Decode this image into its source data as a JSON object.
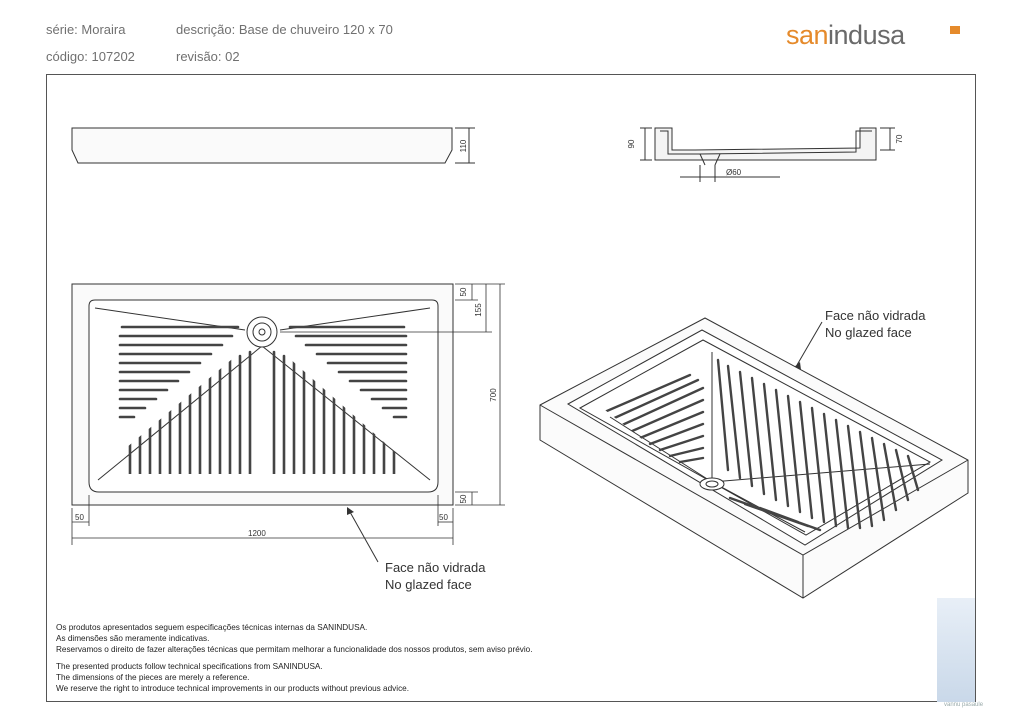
{
  "header": {
    "serie": "série: Moraira",
    "codigo": "código: 107202",
    "descricao": "descrição: Base de chuveiro 120 x 70",
    "revisao": "revisão: 02"
  },
  "brand": {
    "san": "san",
    "indusa": "indusa"
  },
  "dimensions": {
    "side_height": "110",
    "section_height_outer": "90",
    "section_height_inner": "70",
    "drain_diameter": "Ø60",
    "top_rim": "50",
    "drain_offset": "155",
    "depth": "700",
    "bottom_rim": "50",
    "left_rim": "50",
    "right_rim": "50",
    "width": "1200"
  },
  "notes": {
    "plan_line1": "Face não vidrada",
    "plan_line2": "No glazed face",
    "iso_line1": "Face não vidrada",
    "iso_line2": "No glazed face"
  },
  "disclaimer": {
    "pt_line1": "Os produtos apresentados seguem especificações técnicas internas da SANINDUSA.",
    "pt_line2": "As dimensões são meramente indicativas.",
    "pt_line3": "Reservamos o direito de fazer alterações técnicas que permitam melhorar a funcionalidade dos nossos produtos, sem aviso prévio.",
    "en_line1": "The presented products follow technical specifications from SANINDUSA.",
    "en_line2": "The dimensions of the pieces are merely a reference.",
    "en_line3": "We reserve the right to introduce technical improvements in our products without previous advice."
  },
  "watermark": {
    "text": "vannu pasaule"
  },
  "colors": {
    "brand_orange": "#e58a2b",
    "brand_grey": "#6a6a6a",
    "line": "#333333"
  }
}
